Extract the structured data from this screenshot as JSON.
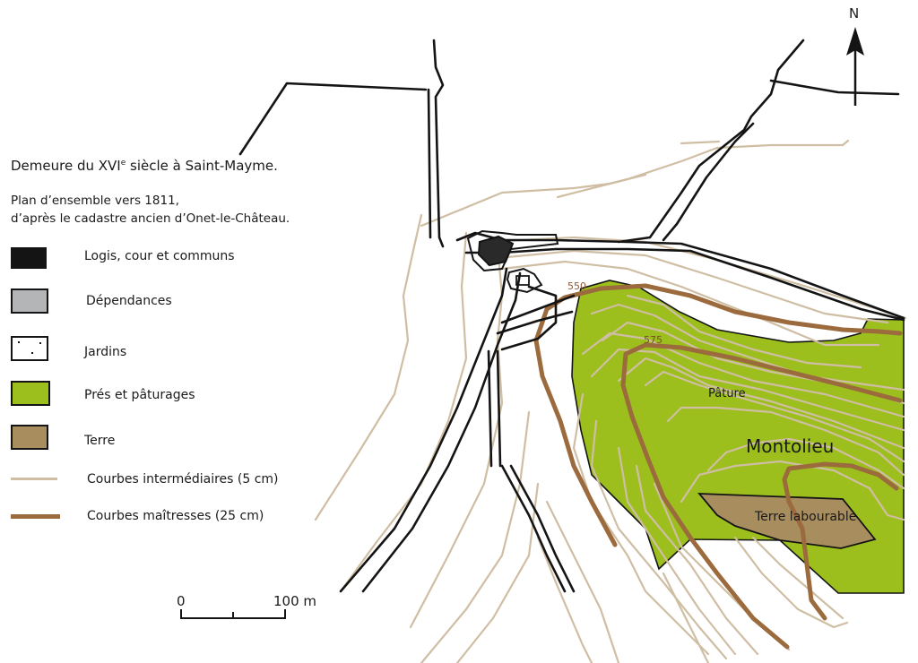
{
  "title": {
    "main": "Demeure du XVI",
    "sup": "e",
    "rest": " siècle à Saint-Mayme."
  },
  "subtitle": {
    "line1": "Plan d’ensemble vers 1811,",
    "line2": "d’après le cadastre ancien d’Onet-le-Château."
  },
  "legend": {
    "items": [
      {
        "label": "Logis, cour et communs",
        "fill": "#141414"
      },
      {
        "label": "Dépendances",
        "fill": "#b3b5b7"
      },
      {
        "label": "Jardins",
        "fill": "#ffffff"
      },
      {
        "label": "Prés et pâturages",
        "fill": "#9cbf1e"
      },
      {
        "label": "Terre",
        "fill": "#a88d5e"
      },
      {
        "label": "Courbes intermédiaires (5 cm)",
        "color": "#cfbea3"
      },
      {
        "label": "Courbes maîtresses (25 cm)",
        "color": "#9b6a3d"
      }
    ]
  },
  "map_labels": {
    "north": "N",
    "contour_550": "550",
    "contour_575": "575",
    "pature": "Pâture",
    "montolieu": "Montolieu",
    "terre_labourable": "Terre labourable"
  },
  "scale": {
    "start": "0",
    "end": "100 m"
  },
  "colors": {
    "road": "#141414",
    "meadow": "#9cbf1e",
    "field": "#a88d5e",
    "minor_contour": "#cfbea3",
    "major_contour": "#9b6a3d",
    "building": "#2a2a2a"
  }
}
